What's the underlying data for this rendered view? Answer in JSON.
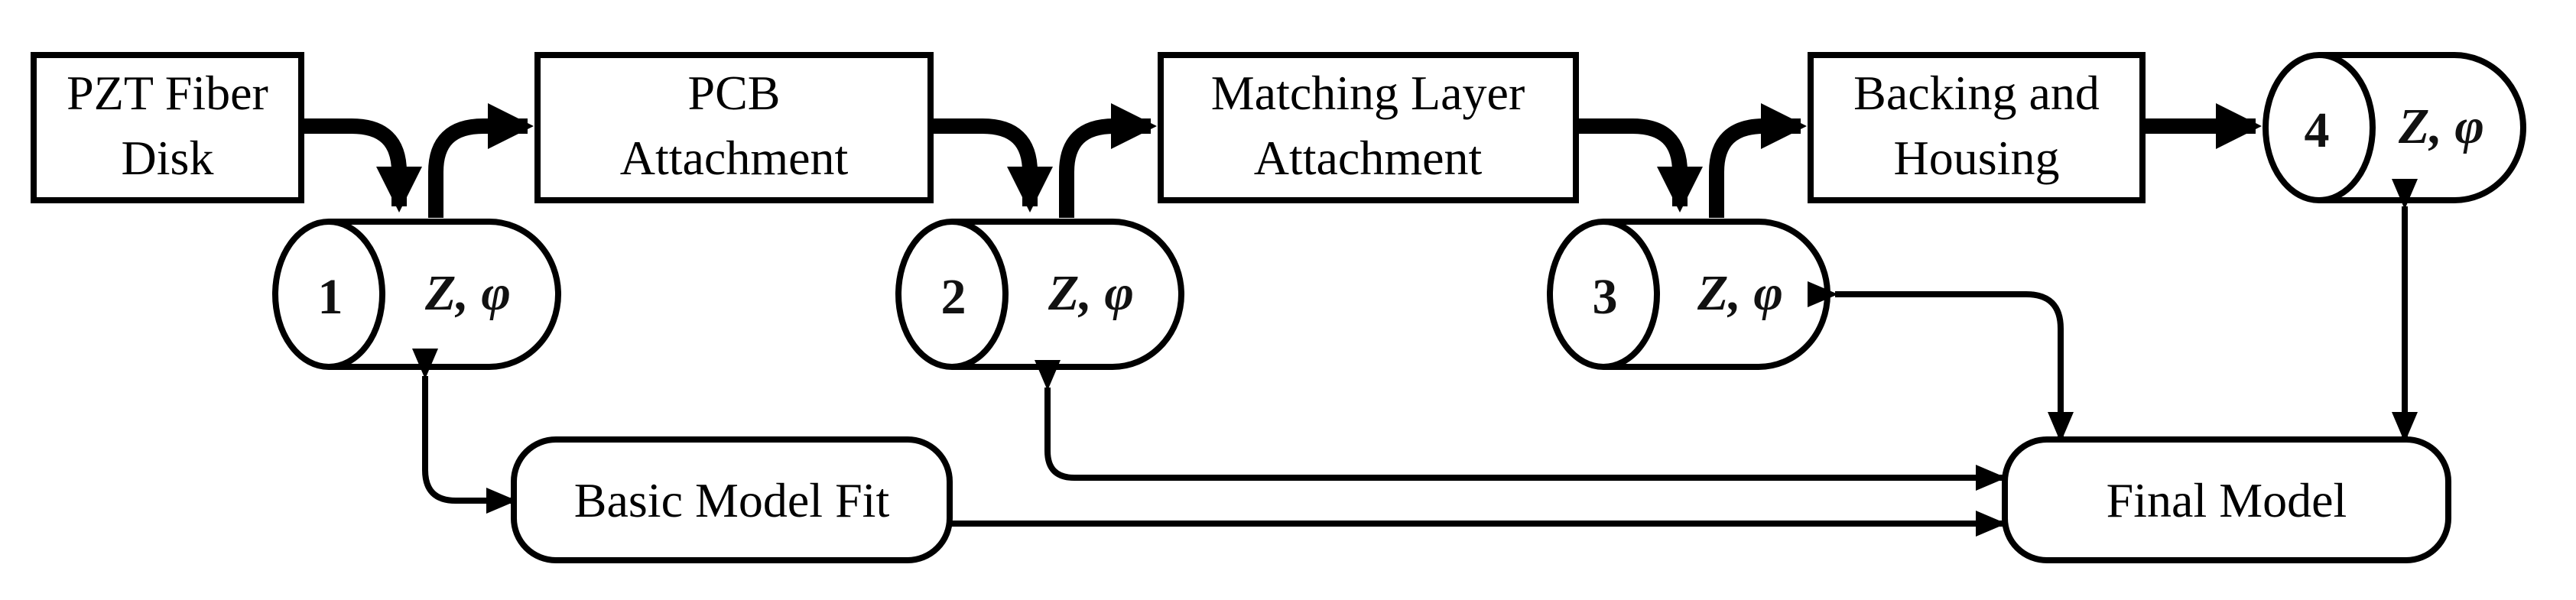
{
  "process_steps": [
    {
      "id": "pzt",
      "lines": [
        "PZT Fiber",
        "Disk"
      ]
    },
    {
      "id": "pcb",
      "lines": [
        "PCB",
        "Attachment"
      ]
    },
    {
      "id": "matching",
      "lines": [
        "Matching Layer",
        "Attachment"
      ]
    },
    {
      "id": "backing",
      "lines": [
        "Backing and",
        "Housing"
      ]
    }
  ],
  "measurements": [
    {
      "number": "1",
      "label": "Z, φ",
      "color": "#d3d3d3"
    },
    {
      "number": "2",
      "label": "Z, φ",
      "color": "#ffb8b8"
    },
    {
      "number": "3",
      "label": "Z, φ",
      "color": "#9fc7e8"
    },
    {
      "number": "4",
      "label": "Z, φ",
      "color": "#b3dbb1"
    }
  ],
  "models": [
    {
      "id": "basic",
      "label": "Basic Model Fit"
    },
    {
      "id": "final",
      "label": "Final Model"
    }
  ]
}
